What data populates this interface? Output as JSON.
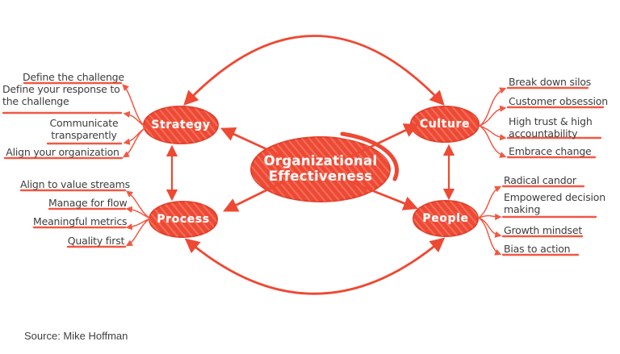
{
  "title": "Organizational Effectiveness diagram",
  "center": {
    "label": "Organizational Effectiveness"
  },
  "nodes": {
    "strategy": {
      "label": "Strategy",
      "items": [
        "Define the challenge",
        "Define your response to the challenge",
        "Communicate transparently",
        "Align your organization"
      ]
    },
    "process": {
      "label": "Process",
      "items": [
        "Align to value streams",
        "Manage for flow",
        "Meaningful metrics",
        "Quality first"
      ]
    },
    "culture": {
      "label": "Culture",
      "items": [
        "Break down silos",
        "Customer obsession",
        "High trust & high accountability",
        "Embrace change"
      ]
    },
    "people": {
      "label": "People",
      "items": [
        "Radical candor",
        "Empowered decision making",
        "Growth mindset",
        "Bias to action"
      ]
    }
  },
  "source": "Source: Mike Hoffman",
  "colors": {
    "primary_red": "#ee4933",
    "light_red": "#f15843",
    "label_text": "#3d3d3d",
    "node_text": "#ffffff",
    "background": "#ffffff"
  }
}
